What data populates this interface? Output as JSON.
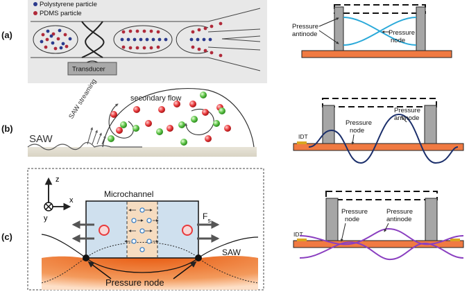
{
  "panels": {
    "a": {
      "label": "(a)"
    },
    "b": {
      "label": "(b)"
    },
    "c": {
      "label": "(c)"
    }
  },
  "a_left": {
    "legend_polystyrene": "Polystyrene particle",
    "legend_pdms": "PDMS particle",
    "transducer": "Transducer"
  },
  "a_right": {
    "pressure_antinode": "Pressure antinode",
    "pressure_node": "Pressure node"
  },
  "b_left": {
    "secondary_flow": "secondary flow",
    "saw_streaming": "SAW streaming",
    "saw": "SAW"
  },
  "b_right": {
    "idt": "IDT",
    "pressure_node": "Pressure node",
    "pressure_antinode": "Pressure antinode"
  },
  "c_left": {
    "axis_z": "z",
    "axis_x": "x",
    "axis_y": "y",
    "microchannel": "Microchannel",
    "force": "Fs",
    "saw": "SAW",
    "pressure_node": "Pressure node"
  },
  "c_right": {
    "idt": "IDT",
    "pressure_node": "Pressure node",
    "pressure_antinode": "Pressure antinode"
  },
  "colors": {
    "polystyrene": "#2b3a8c",
    "pdms": "#b02a3a",
    "substrate": "#f07a42",
    "wall": "#a6a6a6",
    "wave_a": "#2aa9d9",
    "wave_b": "#1b2f6b",
    "wave_c": "#8a3fc0",
    "idt": "#d9a520",
    "red_particle": "#e8393b",
    "green_particle": "#5cc247",
    "channel_fill": "#cfe0ee"
  }
}
